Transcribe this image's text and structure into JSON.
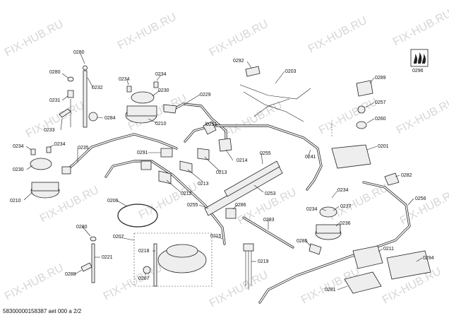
{
  "watermark": "FIX-HUB.RU",
  "footer": "58300000158387 aet 000 a 2/2",
  "icon": {
    "name": "flame-icon",
    "label": "0296"
  },
  "labels": [
    "0280",
    "0280",
    "0231",
    "0233",
    "0232",
    "0234",
    "0234",
    "0230",
    "0284",
    "0210",
    "0229",
    "0234",
    "0234",
    "0230",
    "0235",
    "0210",
    "0291",
    "0291",
    "0213",
    "0213",
    "0212",
    "0214",
    "0255",
    "0255",
    "0253",
    "0241",
    "0286",
    "0206",
    "0207",
    "0218",
    "0287",
    "0215",
    "0219",
    "0283",
    "0285",
    "0280",
    "0221",
    "0288",
    "0292",
    "0203",
    "0289",
    "0257",
    "0260",
    "0201",
    "0282",
    "0256",
    "0234",
    "0234",
    "0237",
    "0236",
    "0211",
    "0294",
    "0281"
  ]
}
